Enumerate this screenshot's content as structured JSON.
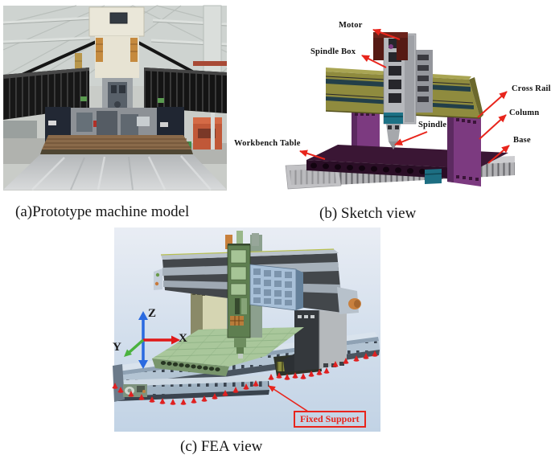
{
  "panels": {
    "a": {
      "caption": "(a)Prototype machine model"
    },
    "b": {
      "caption": "(b) Sketch view",
      "arrow_color": "#e8251c",
      "labels": [
        {
          "id": "motor",
          "text": "Motor"
        },
        {
          "id": "spindle-box",
          "text": "Spindle Box"
        },
        {
          "id": "workbench-table",
          "text": "Workbench Table"
        },
        {
          "id": "spindle",
          "text": "Spindle"
        },
        {
          "id": "cross-rail",
          "text": "Cross Rail"
        },
        {
          "id": "column",
          "text": "Column"
        },
        {
          "id": "base",
          "text": "Base"
        }
      ]
    },
    "c": {
      "caption": "(c) FEA view",
      "axes": {
        "x": "X",
        "y": "Y",
        "z": "Z",
        "x_color": "#e01818",
        "y_color": "#4ab23e",
        "z_color": "#2a6ae0"
      },
      "annotation": {
        "text": "Fixed Support",
        "color": "#e8251c"
      },
      "support_marker_color": "#e02020",
      "background_top": "#e9edf4",
      "background_bottom": "#c2d3e5"
    }
  }
}
